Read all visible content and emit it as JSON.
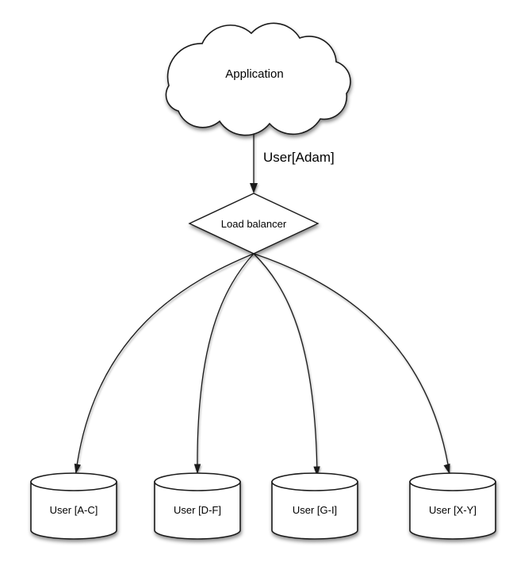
{
  "diagram": {
    "background": "#ffffff",
    "stroke_color": "#1a1a1a",
    "node_fill": "#ffffff",
    "text_color": "#000000",
    "nodes": {
      "application": {
        "label": "Application",
        "shape": "cloud"
      },
      "load_balancer": {
        "label": "Load balancer",
        "shape": "diamond"
      },
      "shards": [
        {
          "label": "User [A-C]",
          "shape": "cylinder"
        },
        {
          "label": "User [D-F]",
          "shape": "cylinder"
        },
        {
          "label": "User [G-I]",
          "shape": "cylinder"
        },
        {
          "label": "User [X-Y]",
          "shape": "cylinder"
        }
      ]
    },
    "edges": [
      {
        "from": "Application",
        "to": "Load balancer",
        "label": "User[Adam]"
      },
      {
        "from": "Load balancer",
        "to": "User [A-C]",
        "label": ""
      },
      {
        "from": "Load balancer",
        "to": "User [D-F]",
        "label": ""
      },
      {
        "from": "Load balancer",
        "to": "User [G-I]",
        "label": ""
      },
      {
        "from": "Load balancer",
        "to": "User [X-Y]",
        "label": ""
      }
    ]
  }
}
